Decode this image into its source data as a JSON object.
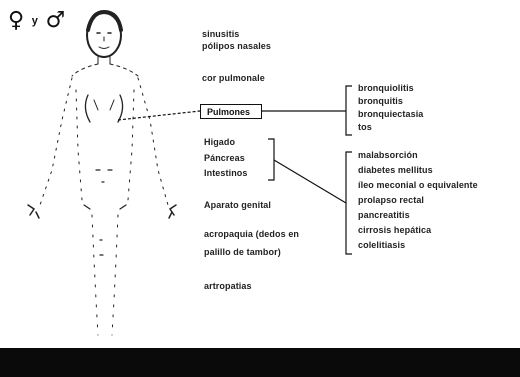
{
  "gender_symbols": {
    "female": "♀",
    "conj": "y",
    "male": "♂"
  },
  "labels": {
    "sinusitis": "sinusitis",
    "polipos": "pólipos nasales",
    "cor_pulmonale": "cor pulmonale",
    "pulmones": "Pulmones",
    "higado": "Higado",
    "pancreas": "Páncreas",
    "intestinos": "Intestinos",
    "aparato_genital": "Aparato genital",
    "acropaquia_1": "acropaquia (dedos en",
    "acropaquia_2": "palillo de tambor)",
    "artropatias": "artropatias"
  },
  "pulmones_items": [
    "bronquiolitis",
    "bronquitis",
    "bronquiectasia",
    "tos"
  ],
  "digestive_items": [
    "malabsorción",
    "diabetes mellitus",
    "íleo meconial o equivalente",
    "prolapso rectal",
    "pancreatitis",
    "cirrosis hepática",
    "colelitiasis"
  ]
}
